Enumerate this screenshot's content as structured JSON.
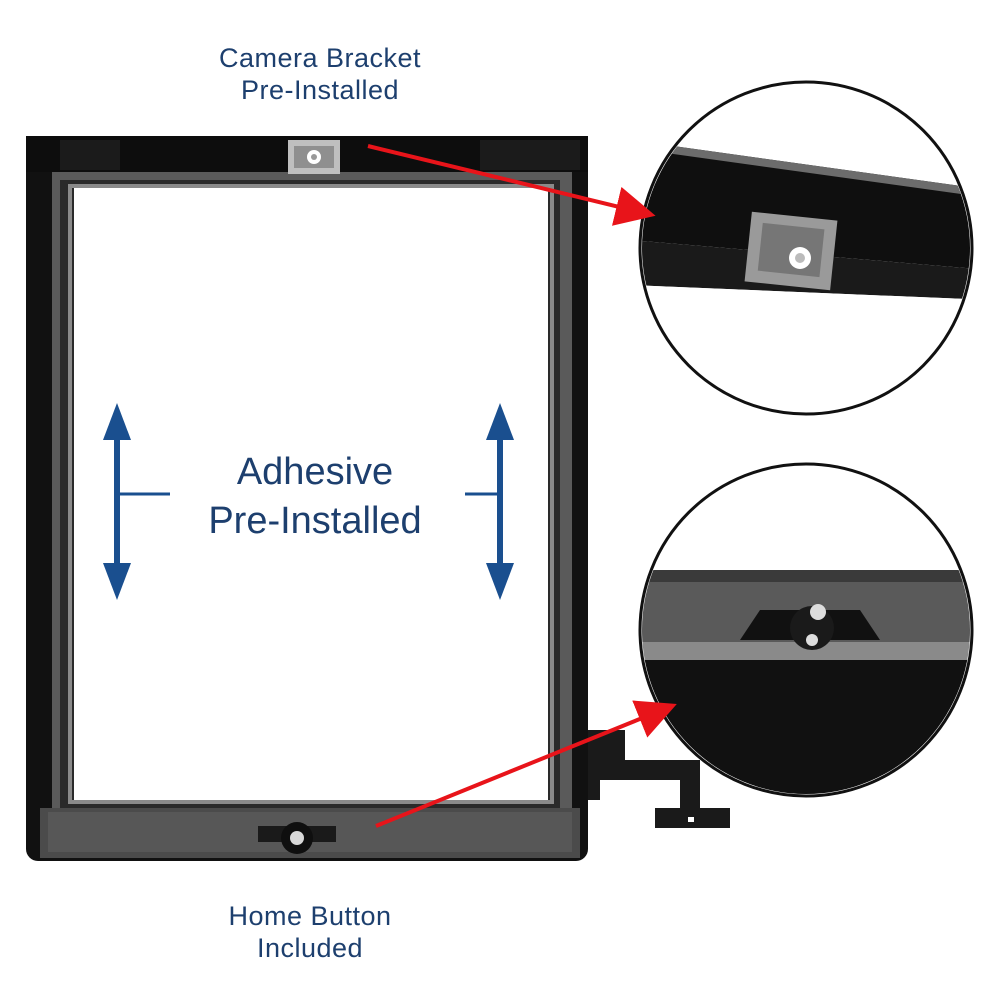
{
  "captions": {
    "camera_line1": "Camera Bracket",
    "camera_line2": "Pre-Installed",
    "adhesive_line1": "Adhesive",
    "adhesive_line2": "Pre-Installed",
    "home_line1": "Home Button",
    "home_line2": "Included"
  },
  "colors": {
    "caption_text": "#1d3f6e",
    "arrow_blue": "#1a4f8f",
    "pointer_red": "#e8141a",
    "frame_black": "#101010",
    "panel_white": "#ffffff"
  }
}
